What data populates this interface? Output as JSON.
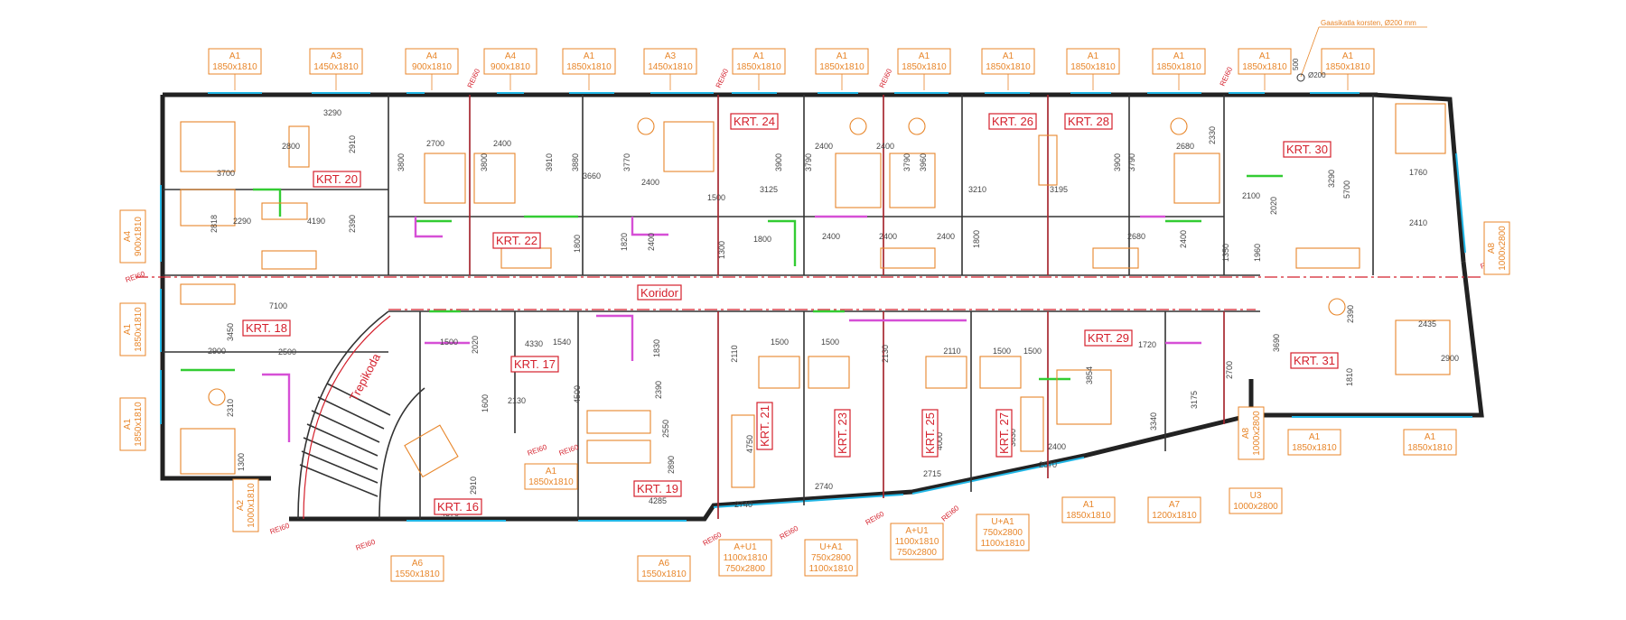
{
  "window_tags_top": [
    {
      "type": "A1",
      "size": "1850x1810"
    },
    {
      "type": "A3",
      "size": "1450x1810"
    },
    {
      "type": "A4",
      "size": "900x1810"
    },
    {
      "type": "A4",
      "size": "900x1810"
    },
    {
      "type": "A1",
      "size": "1850x1810"
    },
    {
      "type": "A3",
      "size": "1450x1810"
    },
    {
      "type": "A1",
      "size": "1850x1810"
    },
    {
      "type": "A1",
      "size": "1850x1810"
    },
    {
      "type": "A1",
      "size": "1850x1810"
    },
    {
      "type": "A1",
      "size": "1850x1810"
    },
    {
      "type": "A1",
      "size": "1850x1810"
    },
    {
      "type": "A1",
      "size": "1850x1810"
    },
    {
      "type": "A1",
      "size": "1850x1810"
    },
    {
      "type": "A1",
      "size": "1850x1810"
    }
  ],
  "window_tags_left": [
    {
      "type": "A4",
      "size": "900x1810"
    },
    {
      "type": "A1",
      "size": "1850x1810"
    },
    {
      "type": "A1",
      "size": "1850x1810"
    }
  ],
  "window_tags_right": [
    {
      "type": "A8",
      "size": "1000x2800"
    },
    {
      "type": "A8",
      "size": "1000x2800"
    }
  ],
  "window_tags_bottom": [
    {
      "type": "A2",
      "size": "1000x1810"
    },
    {
      "type": "A6",
      "size": "1550x1810"
    },
    {
      "type": "A1",
      "size": "1850x1810"
    },
    {
      "type": "A6",
      "size": "1550x1810"
    },
    {
      "type": "A+U1",
      "size": "1100x1810",
      "size2": "750x2800"
    },
    {
      "type": "U+A1",
      "size": "750x2800",
      "size2": "1100x1810"
    },
    {
      "type": "A+U1",
      "size": "1100x1810",
      "size2": "750x2800"
    },
    {
      "type": "U+A1",
      "size": "750x2800",
      "size2": "1100x1810"
    },
    {
      "type": "A1",
      "size": "1850x1810"
    },
    {
      "type": "A7",
      "size": "1200x1810"
    },
    {
      "type": "U3",
      "size": "1000x2800"
    },
    {
      "type": "A1",
      "size": "1850x1810"
    },
    {
      "type": "A1",
      "size": "1850x1810"
    }
  ],
  "chimney_note": "Gaasikatla korsten, Ø200 mm",
  "chimney_dims": {
    "a": "500",
    "b": "Ø200"
  },
  "apartments": [
    "KRT. 20",
    "KRT. 22",
    "KRT. 24",
    "KRT. 26",
    "KRT. 28",
    "KRT. 30",
    "KRT. 18",
    "KRT. 17",
    "KRT. 19",
    "KRT. 16",
    "KRT. 21",
    "KRT. 23",
    "KRT. 25",
    "KRT. 27",
    "KRT. 29",
    "KRT. 31"
  ],
  "corridor_label": "Koridor",
  "stair_label": "Trepikoda",
  "fire_label": "REI60",
  "dims": [
    "3290",
    "2910",
    "2800",
    "3700",
    "2818",
    "4190",
    "2290",
    "2390",
    "2700",
    "2400",
    "3800",
    "3800",
    "3910",
    "3880",
    "3660",
    "3770",
    "2400",
    "1500",
    "3125",
    "3900",
    "3790",
    "2400",
    "2400",
    "3790",
    "3960",
    "3210",
    "3195",
    "3900",
    "3790",
    "2680",
    "2330",
    "3290",
    "1760",
    "5700",
    "2100",
    "2020",
    "2410",
    "1820",
    "2400",
    "1300",
    "1800",
    "2400",
    "2400",
    "1800",
    "2400",
    "2680",
    "2400",
    "1350",
    "1960",
    "1800",
    "7100",
    "3450",
    "2900",
    "2500",
    "2310",
    "1300",
    "1500",
    "2020",
    "4330",
    "1540",
    "1830",
    "1600",
    "2130",
    "4500",
    "2390",
    "2550",
    "2890",
    "4285",
    "2910",
    "4570",
    "1500",
    "1500",
    "2110",
    "2130",
    "2110",
    "1500",
    "1500",
    "1720",
    "3854",
    "3690",
    "2435",
    "2900",
    "2390",
    "1810",
    "2700",
    "3175",
    "4750",
    "4370",
    "4000",
    "3630",
    "3340",
    "2400",
    "2740",
    "2740",
    "2715",
    "2670"
  ]
}
